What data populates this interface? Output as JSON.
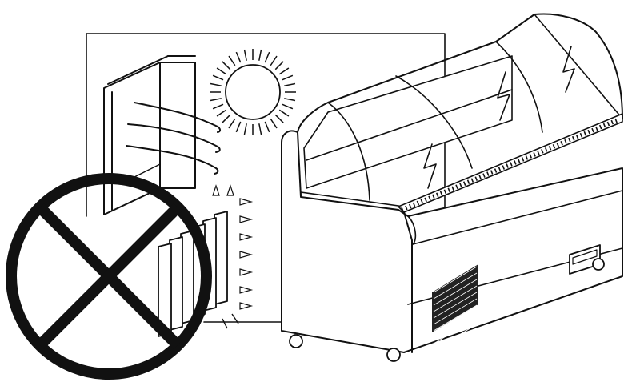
{
  "diagram": {
    "kind": "installation-warning-illustration",
    "colors": {
      "ink": "#111111",
      "paper": "#ffffff",
      "grille": "#222222"
    },
    "parts": [
      {
        "name": "wall-panel"
      },
      {
        "name": "open-window",
        "icon": "window-icon"
      },
      {
        "name": "sun",
        "icon": "sun-icon"
      },
      {
        "name": "hot-air-flow",
        "icon": "wind-icon"
      },
      {
        "name": "radiator",
        "icon": "radiator-icon"
      },
      {
        "name": "heat-rays",
        "icon": "heat-icon"
      },
      {
        "name": "prohibition-sign",
        "icon": "prohibited-icon"
      },
      {
        "name": "refrigerated-display-counter",
        "icon": "display-case-icon"
      }
    ]
  }
}
